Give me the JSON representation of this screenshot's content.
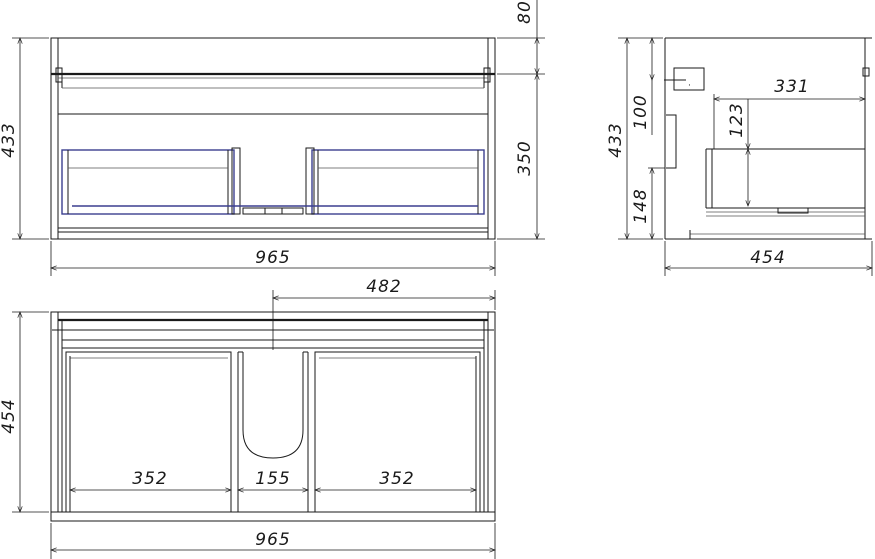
{
  "front_view": {
    "overall_width": "965",
    "overall_height": "433",
    "top_gap": "80",
    "front_height": "350"
  },
  "side_view": {
    "height": "433",
    "depth": "454",
    "upper_offset": "100",
    "lower_offset": "148",
    "inner_depth": "331",
    "inner_height": "123"
  },
  "top_view": {
    "depth": "454",
    "half_width": "482",
    "left_drawer": "352",
    "center_gap": "155",
    "right_drawer": "352",
    "overall_width": "965"
  },
  "colors": {
    "line": "#1a1a1a",
    "drawer_outline": "#3b3f8f"
  }
}
